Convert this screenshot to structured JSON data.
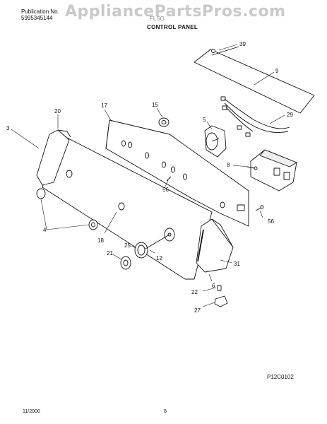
{
  "header": {
    "publication_label": "Publication No.",
    "publication_number": "5995345144",
    "watermark": "AppliancePartsPros.com",
    "model": "FLSG",
    "section_title": "CONTROL PANEL"
  },
  "footer": {
    "date": "11/2000",
    "page": "8",
    "plate_id": "P12C0102"
  },
  "callouts": {
    "c39": "39",
    "c9": "9",
    "c29": "29",
    "c5": "5",
    "c15": "15",
    "c17": "17",
    "c20": "20",
    "c3": "3",
    "c8": "8",
    "c56a": "56",
    "c56b": "56",
    "c4": "4",
    "c18": "18",
    "c25": "25",
    "c21": "21",
    "c12": "12",
    "c31": "31",
    "c6": "6",
    "c22": "22",
    "c27": "27"
  }
}
